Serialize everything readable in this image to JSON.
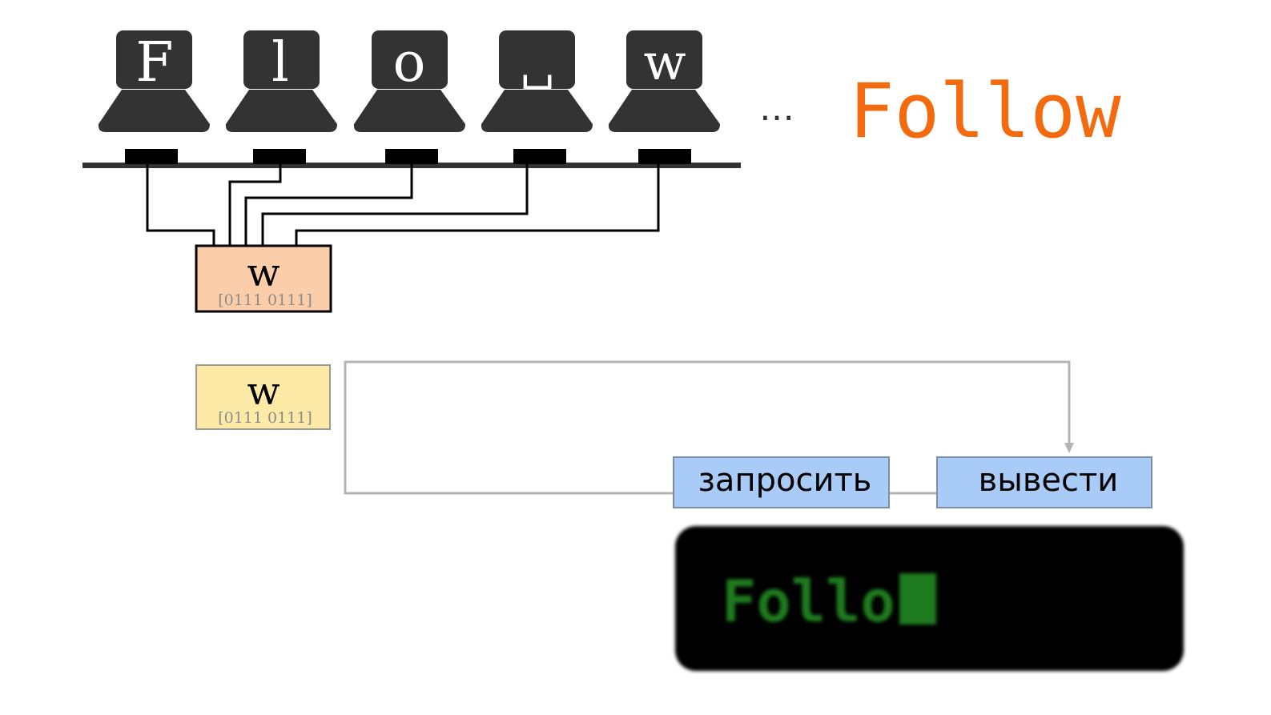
{
  "keys": [
    {
      "letter": "F"
    },
    {
      "letter": "l"
    },
    {
      "letter": "o"
    },
    {
      "letter": "␣"
    },
    {
      "letter": "w"
    }
  ],
  "ellipsis": "…",
  "target_word": "Follow",
  "latch_box": {
    "char": "w",
    "code": "[0111 0111]"
  },
  "buffer_box": {
    "char": "w",
    "code": "[0111 0111]"
  },
  "operations": {
    "request": "запросить",
    "output": "вывести"
  },
  "terminal": {
    "text": "Follo"
  },
  "colors": {
    "key_body": "#333333",
    "bus": "#333333",
    "pad": "#000000",
    "latch_fill": "#fccda9",
    "buffer_fill": "#fdeaa6",
    "op_fill": "#a9cbf8",
    "op_stroke": "#7f8ea8",
    "flow_line": "#b4b4b4",
    "target_word": "#f46a0e",
    "terminal_bg": "#000000",
    "terminal_text": "#1e7a1e"
  }
}
